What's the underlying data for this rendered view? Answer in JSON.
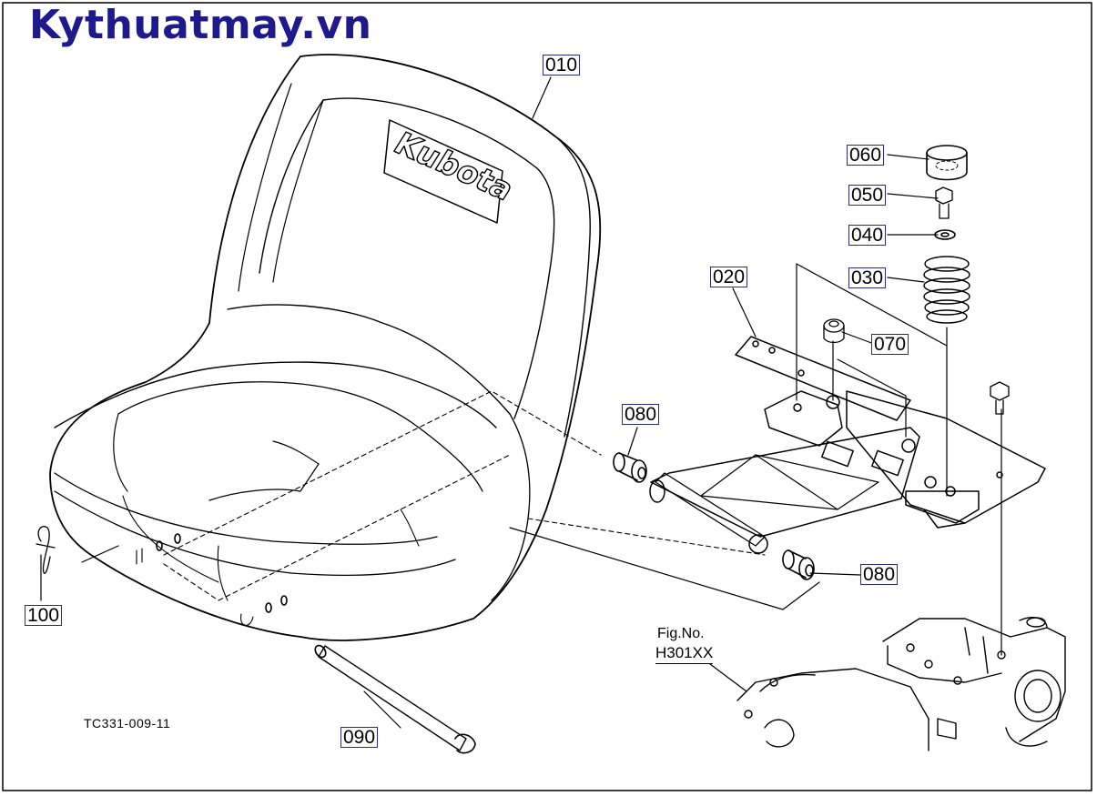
{
  "watermark": "Kythuatmay.vn",
  "seat_logo": "Kubota",
  "callouts": {
    "c010": "010",
    "c020": "020",
    "c030": "030",
    "c040": "040",
    "c050": "050",
    "c060": "060",
    "c070": "070",
    "c080_top": "080",
    "c080_bottom": "080",
    "c090": "090",
    "c100": "100"
  },
  "fig_ref": {
    "label": "Fig.No.",
    "number": "H301XX"
  },
  "drawing_code": "TC331-009-11",
  "colors": {
    "brand": "#1e1a8c",
    "callout_border": "#2a2a8a",
    "line": "#000000"
  }
}
